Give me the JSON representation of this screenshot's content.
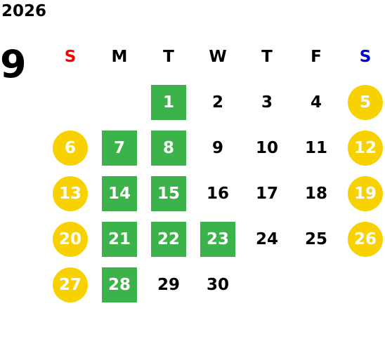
{
  "year": "2026",
  "month": "9",
  "colors": {
    "sunday": "#ff0000",
    "saturday": "#0000cc",
    "weekday": "#000000",
    "green": "#3bb34a",
    "yellow": "#f8d200"
  },
  "weekdays": [
    {
      "label": "S",
      "kind": "sunday"
    },
    {
      "label": "M",
      "kind": "weekday"
    },
    {
      "label": "T",
      "kind": "weekday"
    },
    {
      "label": "W",
      "kind": "weekday"
    },
    {
      "label": "T",
      "kind": "weekday"
    },
    {
      "label": "F",
      "kind": "weekday"
    },
    {
      "label": "S",
      "kind": "saturday"
    }
  ],
  "leading_blanks": 2,
  "days": [
    {
      "label": "1",
      "mark": "green"
    },
    {
      "label": "2",
      "mark": ""
    },
    {
      "label": "3",
      "mark": ""
    },
    {
      "label": "4",
      "mark": ""
    },
    {
      "label": "5",
      "mark": "yellow"
    },
    {
      "label": "6",
      "mark": "yellow"
    },
    {
      "label": "7",
      "mark": "green"
    },
    {
      "label": "8",
      "mark": "green"
    },
    {
      "label": "9",
      "mark": ""
    },
    {
      "label": "10",
      "mark": ""
    },
    {
      "label": "11",
      "mark": ""
    },
    {
      "label": "12",
      "mark": "yellow"
    },
    {
      "label": "13",
      "mark": "yellow"
    },
    {
      "label": "14",
      "mark": "green"
    },
    {
      "label": "15",
      "mark": "green"
    },
    {
      "label": "16",
      "mark": ""
    },
    {
      "label": "17",
      "mark": ""
    },
    {
      "label": "18",
      "mark": ""
    },
    {
      "label": "19",
      "mark": "yellow"
    },
    {
      "label": "20",
      "mark": "yellow"
    },
    {
      "label": "21",
      "mark": "green"
    },
    {
      "label": "22",
      "mark": "green"
    },
    {
      "label": "23",
      "mark": "green"
    },
    {
      "label": "24",
      "mark": ""
    },
    {
      "label": "25",
      "mark": ""
    },
    {
      "label": "26",
      "mark": "yellow"
    },
    {
      "label": "27",
      "mark": "yellow"
    },
    {
      "label": "28",
      "mark": "green"
    },
    {
      "label": "29",
      "mark": ""
    },
    {
      "label": "30",
      "mark": ""
    }
  ]
}
